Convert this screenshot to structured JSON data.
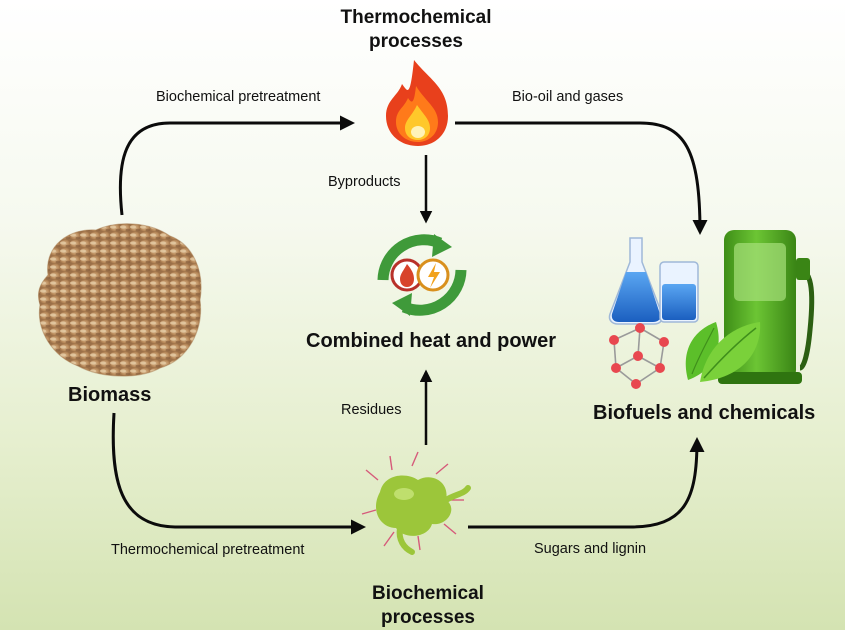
{
  "nodes": {
    "thermochemical": {
      "title_line1": "Thermochemical",
      "title_line2": "processes",
      "icon": "fire-icon"
    },
    "chp": {
      "title": "Combined heat and power",
      "icon": "heat-power-cycle-icon"
    },
    "biomass": {
      "title": "Biomass",
      "icon": "wood-chips-pile"
    },
    "biofuels": {
      "title": "Biofuels and chemicals",
      "icon": "fuel-pump-flasks-leaves"
    },
    "biochemical": {
      "title_line1": "Biochemical",
      "title_line2": "processes",
      "icon": "microbe-icon"
    }
  },
  "edges": {
    "biochemical_pretreatment": "Biochemical pretreatment",
    "bio_oil_gases": "Bio-oil and gases",
    "byproducts": "Byproducts",
    "residues": "Residues",
    "thermochemical_pretreatment": "Thermochemical pretreatment",
    "sugars_lignin": "Sugars and lignin"
  },
  "colors": {
    "arrow": "#0b0b0b",
    "flame_outer": "#e8401c",
    "flame_inner": "#ffb21f",
    "chp_ring": "#3f9a3a",
    "microbe": "#9cc63a",
    "pump": "#55b023",
    "flask_liquid": "#2e7fdc",
    "biomass": "#b8895a"
  }
}
